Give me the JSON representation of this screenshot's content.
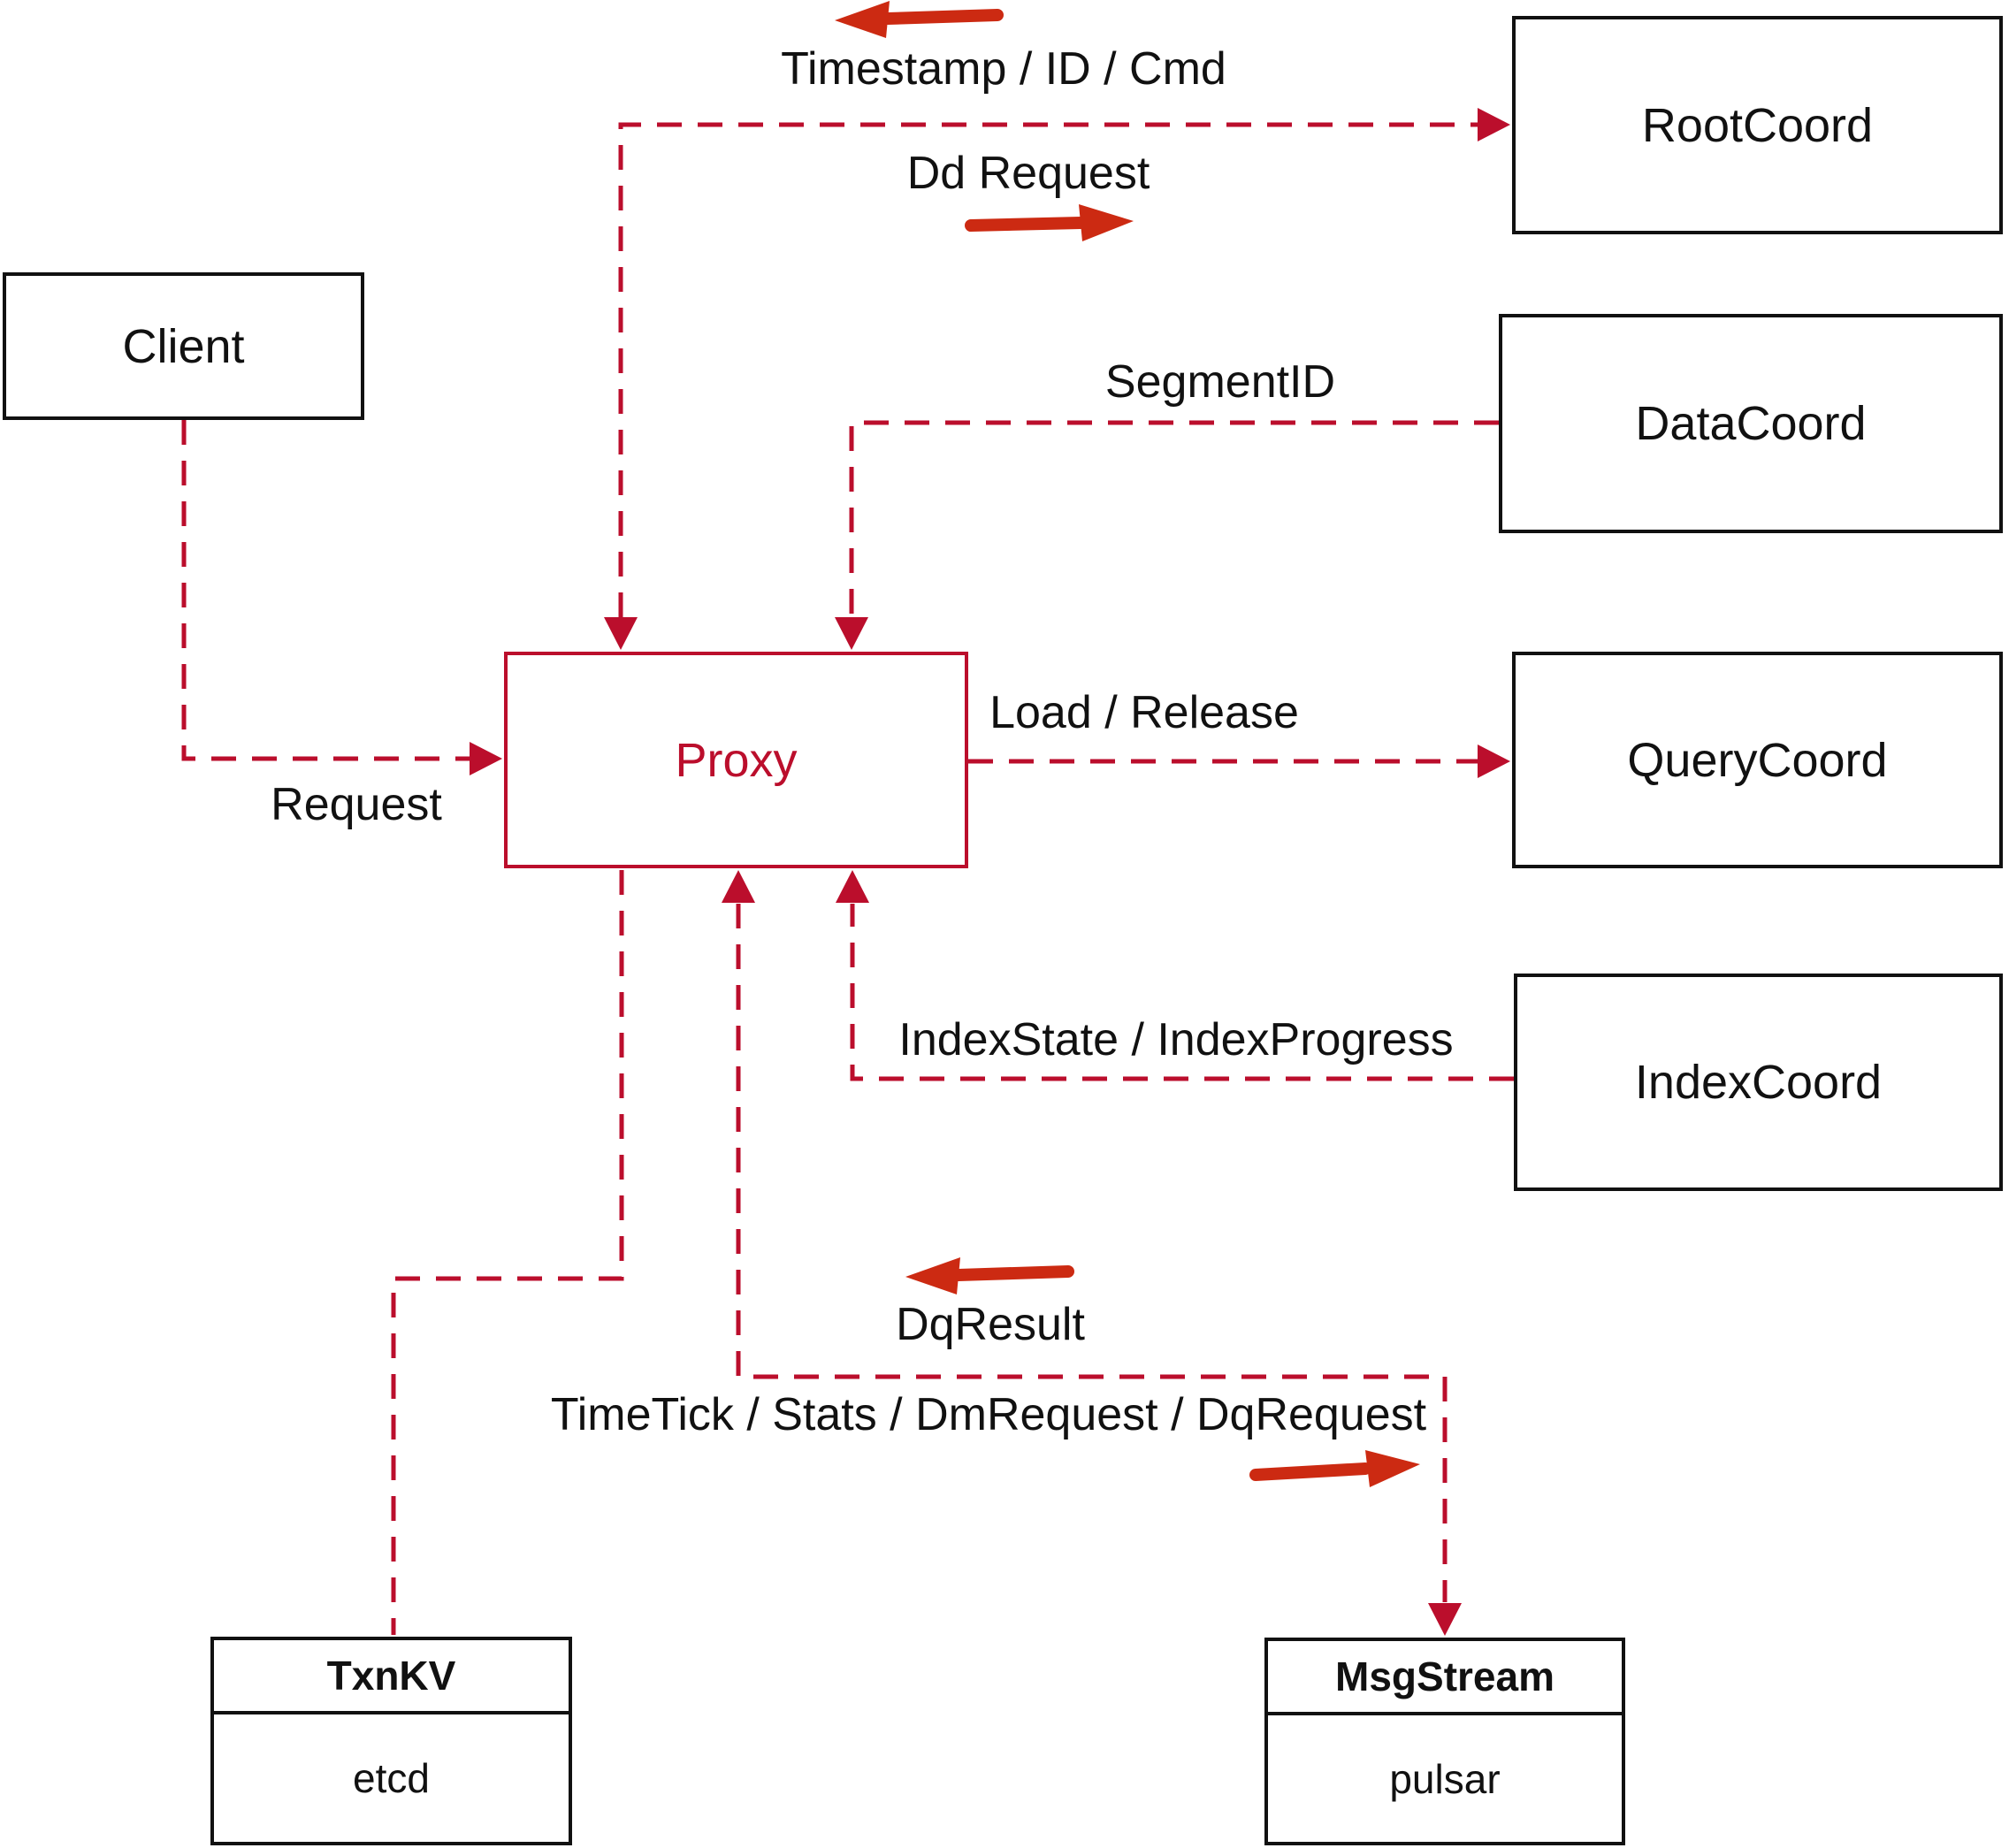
{
  "colors": {
    "line_red": "#bb0e2c",
    "arrow_red": "#cc2a12",
    "box_border": "#111111",
    "label_text": "#111111",
    "bg": "#ffffff"
  },
  "nodes": {
    "client": {
      "label": "Client"
    },
    "proxy": {
      "label": "Proxy"
    },
    "rootcoord": {
      "label": "RootCoord"
    },
    "datacoord": {
      "label": "DataCoord"
    },
    "querycoord": {
      "label": "QueryCoord"
    },
    "indexcoord": {
      "label": "IndexCoord"
    },
    "txnkv": {
      "title": "TxnKV",
      "impl": "etcd"
    },
    "msgstream": {
      "title": "MsgStream",
      "impl": "pulsar"
    }
  },
  "edges": {
    "client_to_proxy": {
      "label": "Request"
    },
    "proxy_to_rootcoord": {
      "label": "Dd Request",
      "return_label": "Timestamp / ID / Cmd"
    },
    "datacoord_to_proxy": {
      "label": "SegmentID"
    },
    "proxy_to_querycoord": {
      "label": "Load / Release"
    },
    "indexcoord_to_proxy": {
      "label": "IndexState / IndexProgress"
    },
    "proxy_to_msgstream": {
      "label": "TimeTick / Stats / DmRequest / DqRequest",
      "return_label": "DqResult"
    },
    "proxy_to_txnkv": {
      "label": ""
    }
  }
}
